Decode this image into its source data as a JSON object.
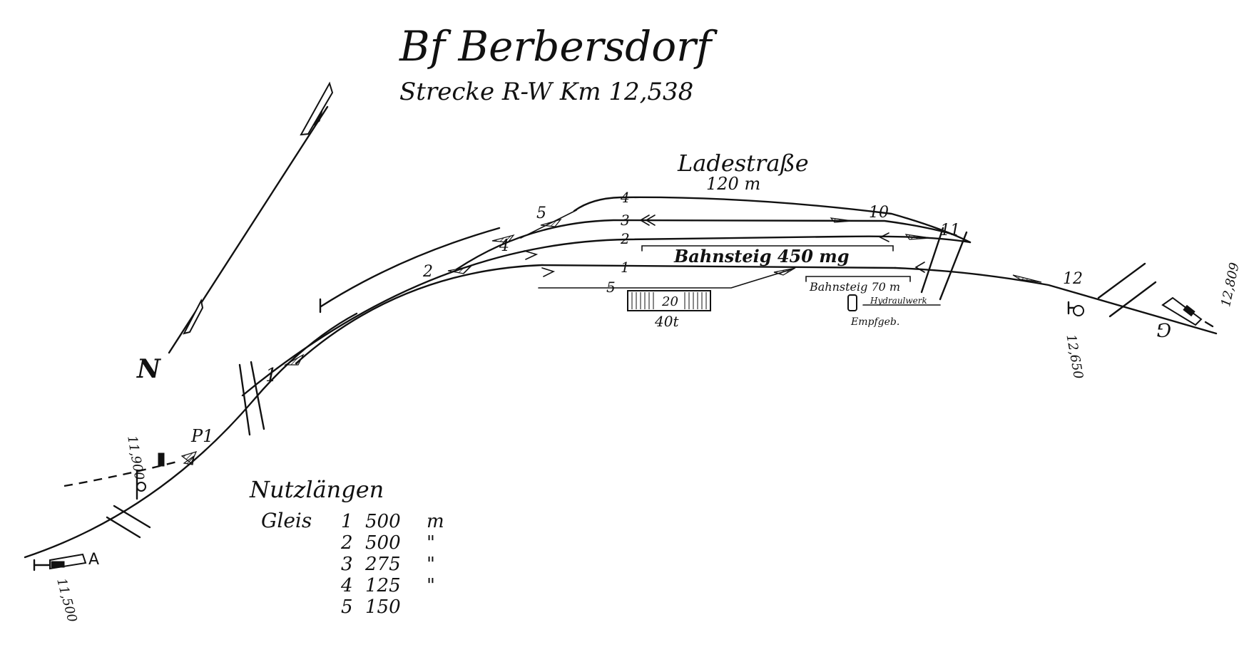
{
  "title": "Bf Berbersdorf",
  "subtitle": "Strecke R-W Km 12,538",
  "north_label": "N",
  "loading_road": {
    "label": "Ladestraße",
    "length": "120 m"
  },
  "track_numbers": {
    "t1": "1",
    "t2": "2",
    "t3": "3",
    "t4": "4",
    "t5": "5"
  },
  "switch_numbers": {
    "w1": "1",
    "w2": "2",
    "w4": "4",
    "w5": "5",
    "w10": "10",
    "w11": "11",
    "w12": "12"
  },
  "platforms": {
    "main": "Bahnsteig 450 mg",
    "secondary": "Bahnsteig 70 m"
  },
  "scale": {
    "label": "20",
    "capacity": "40t"
  },
  "buildings": {
    "station": "Empfgeb.",
    "hook": "Hydraulwerk"
  },
  "signals": {
    "a": "A",
    "g": "G",
    "p1": "P1"
  },
  "km_marks": {
    "west": "11,500",
    "d_west": "11,900",
    "d_east": "12,650",
    "east": "12,809"
  },
  "usable_lengths": {
    "heading": "Nutzlängen",
    "gleis_label": "Gleis",
    "rows": [
      {
        "track": "1",
        "length": "500",
        "unit": "m"
      },
      {
        "track": "2",
        "length": "500",
        "unit": "\""
      },
      {
        "track": "3",
        "length": "275",
        "unit": "\""
      },
      {
        "track": "4",
        "length": "125",
        "unit": "\""
      },
      {
        "track": "5",
        "length": "150",
        "unit": ""
      }
    ]
  }
}
